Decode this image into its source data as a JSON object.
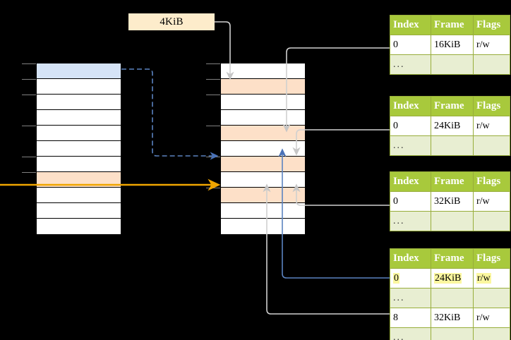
{
  "diagram": {
    "title_label": "4KiB",
    "background_color": "#000000",
    "accent_colors": {
      "header_green": "#a8c93c",
      "row_green": "#e8eed2",
      "highlight_blue": "#d6e4f7",
      "highlight_peach": "#fde0c8",
      "highlight_yellow": "#fbf79f",
      "arrow_orange": "#f0a500",
      "arrow_blue": "#5b83c0",
      "arrow_gray": "#c8c8c8"
    }
  },
  "left_column": {
    "name": "virtual-address-space",
    "rows": [
      {
        "index": 0,
        "fill": "blue"
      },
      {
        "index": 1,
        "fill": "white"
      },
      {
        "index": 2,
        "fill": "white"
      },
      {
        "index": 3,
        "fill": "white"
      },
      {
        "index": 4,
        "fill": "white"
      },
      {
        "index": 5,
        "fill": "white"
      },
      {
        "index": 6,
        "fill": "white"
      },
      {
        "index": 7,
        "fill": "peach"
      },
      {
        "index": 8,
        "fill": "white"
      },
      {
        "index": 9,
        "fill": "white"
      },
      {
        "index": 10,
        "fill": "white"
      }
    ]
  },
  "middle_column": {
    "name": "physical-memory-frames",
    "rows": [
      {
        "index": 0,
        "fill": "white"
      },
      {
        "index": 1,
        "fill": "peach"
      },
      {
        "index": 2,
        "fill": "white"
      },
      {
        "index": 3,
        "fill": "white"
      },
      {
        "index": 4,
        "fill": "peach"
      },
      {
        "index": 5,
        "fill": "white"
      },
      {
        "index": 6,
        "fill": "peach"
      },
      {
        "index": 7,
        "fill": "white"
      },
      {
        "index": 8,
        "fill": "peach"
      },
      {
        "index": 9,
        "fill": "white"
      },
      {
        "index": 10,
        "fill": "white"
      }
    ]
  },
  "page_tables": [
    {
      "name": "page-table-1",
      "headers": [
        "Index",
        "Frame",
        "Flags"
      ],
      "rows": [
        {
          "cells": [
            "0",
            "16KiB",
            "r/w"
          ],
          "style": "normal"
        },
        {
          "cells": [
            "...",
            "",
            ""
          ],
          "style": "ellipsis"
        }
      ]
    },
    {
      "name": "page-table-2",
      "headers": [
        "Index",
        "Frame",
        "Flags"
      ],
      "rows": [
        {
          "cells": [
            "0",
            "24KiB",
            "r/w"
          ],
          "style": "normal"
        },
        {
          "cells": [
            "...",
            "",
            ""
          ],
          "style": "ellipsis"
        }
      ]
    },
    {
      "name": "page-table-3",
      "headers": [
        "Index",
        "Frame",
        "Flags"
      ],
      "rows": [
        {
          "cells": [
            "0",
            "32KiB",
            "r/w"
          ],
          "style": "normal"
        },
        {
          "cells": [
            "...",
            "",
            ""
          ],
          "style": "ellipsis"
        }
      ]
    },
    {
      "name": "page-table-4",
      "headers": [
        "Index",
        "Frame",
        "Flags"
      ],
      "rows": [
        {
          "cells": [
            "0",
            "24KiB",
            "r/w"
          ],
          "style": "highlighted"
        },
        {
          "cells": [
            "...",
            "",
            ""
          ],
          "style": "ellipsis"
        },
        {
          "cells": [
            "8",
            "32KiB",
            "r/w"
          ],
          "style": "normal"
        },
        {
          "cells": [
            "...",
            "",
            ""
          ],
          "style": "ellipsis"
        }
      ]
    }
  ]
}
